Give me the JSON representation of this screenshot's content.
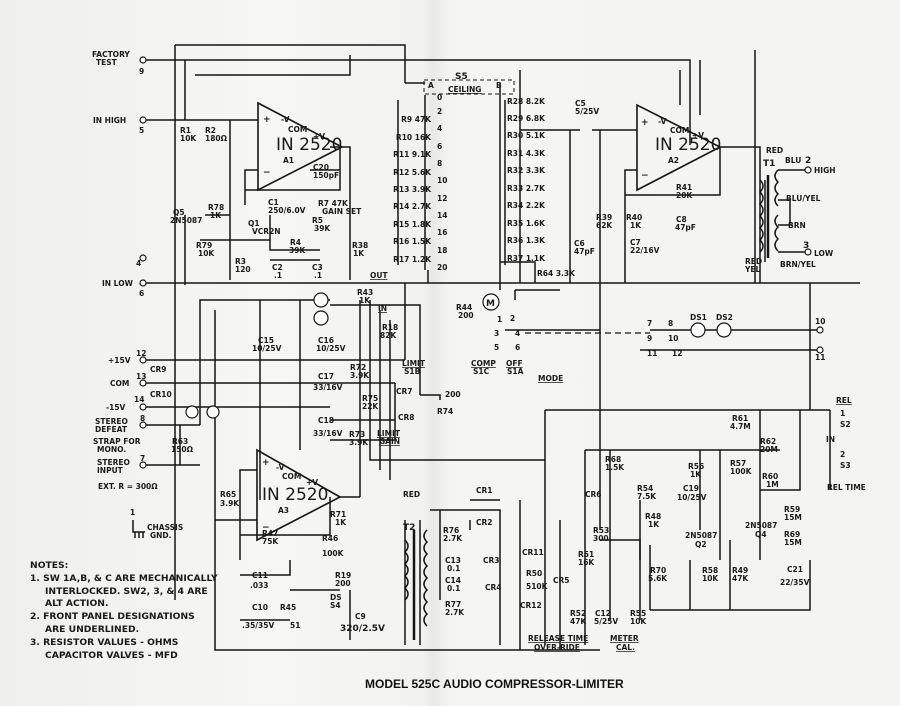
{
  "title": "MODEL 525C AUDIO COMPRESSOR-LIMITER",
  "terminals": {
    "factory_test": "FACTORY",
    "factory_test2": "TEST",
    "factory_num": "9",
    "in_high": "IN HIGH",
    "in_high_num": "5",
    "in_low": "IN LOW",
    "in_low_num": "6",
    "pin4": "4",
    "p15": "+15V",
    "p15_num": "12",
    "com": "COM",
    "com_num": "13",
    "m15": "-15V",
    "m15_num": "14",
    "stereo_defeat": "STEREO",
    "stereo_defeat2": "DEFEAT",
    "sd_num": "8",
    "strap": "STRAP FOR",
    "strap2": "MONO.",
    "stereo_input": "STEREO",
    "stereo_input2": "INPUT",
    "si_num": "7",
    "ext_r": "EXT. R = 300Ω",
    "chassis_num": "1",
    "chassis": "CHASSIS",
    "chassis2": "GND.",
    "out_high_num": "2",
    "out_high": "HIGH",
    "out_low_num": "3",
    "out_low": "LOW",
    "t10": "10",
    "t11": "11"
  },
  "opamps": [
    {
      "type": "IN 2520",
      "ref": "A1"
    },
    {
      "type": "IN 2520",
      "ref": "A2"
    },
    {
      "type": "IN 2520",
      "ref": "A3"
    }
  ],
  "opamp_pins": {
    "plus": "+",
    "minus": "−",
    "mv": "-V",
    "com": "COM",
    "pv": "+V"
  },
  "components": {
    "R1": "R1",
    "R1v": "10K",
    "R2": "R2",
    "R2v": "180Ω",
    "C20": "C20",
    "C20v": "150pF",
    "R7": "R7 47K",
    "R7v": "GAIN SET",
    "C1": "C1",
    "C1v": "250/6.0V",
    "Q5": "Q5",
    "Q5v": "2N5087",
    "R78": "R78",
    "R78v": "1K",
    "Q1": "Q1",
    "Q1v": "VCR2N",
    "R5": "R5",
    "R5v": "39K",
    "R4": "R4",
    "R4v": "39K",
    "R79": "R79",
    "R79v": "10K",
    "R3": "R3",
    "R3v": "120",
    "C2": "C2",
    "C2v": ".1",
    "C3": "C3",
    "C3v": ".1",
    "R38": "R38",
    "R38v": "1K",
    "OUT": "OUT",
    "R43": "R43",
    "R43v": "1K",
    "IN": "IN",
    "R18": "R18",
    "R18v": "82K",
    "R44": "R44",
    "R44v": "200",
    "M": "M",
    "S5": "S5",
    "ceiling": "CEILING",
    "A": "A",
    "B": "B",
    "C5": "C5",
    "C5v": "5/25V",
    "R41": "R41",
    "R41v": "20K",
    "C8": "C8",
    "C8v": "47pF",
    "R39": "R39",
    "R39v": "62K",
    "C6": "C6",
    "C6v": "47pF",
    "R40": "R40",
    "R40v": "1K",
    "C7": "C7",
    "C7v": "22/16V",
    "T1": "T1",
    "red": "RED",
    "blu": "BLU",
    "bluyel": "BLU/YEL",
    "brn": "BRN",
    "brnyel": "BRN/YEL",
    "redyel1": "RED",
    "redyel2": "YEL",
    "DS1": "DS1",
    "DS2": "DS2",
    "limit": "LIMIT",
    "s1b": "S1B",
    "comp": "COMP",
    "s1c": "S1C",
    "off": "OFF",
    "s1a": "S1A",
    "mode": "MODE",
    "R74": "R74",
    "R74v": "200",
    "CR9": "CR9",
    "CR10": "CR10",
    "R63": "R63",
    "R63v": "150Ω",
    "C15": "C15",
    "C15v": "10/25V",
    "C16": "C16",
    "C16v": "10/25V",
    "C17": "C17",
    "C17v": "33/16V",
    "C18": "C18",
    "C18v": "33/16V",
    "R72": "R72",
    "R72v": "3.9K",
    "R75": "R75",
    "R75v": "22K",
    "R73": "R73",
    "R73v": "3.9K",
    "limitgain": "LIMIT",
    "limitgain2": "GAIN",
    "CR7": "CR7",
    "CR8": "CR8",
    "R65": "R65",
    "R65v": "3.9K",
    "red2": "RED",
    "T2": "T2",
    "R71": "R71",
    "R71v": "1K",
    "R47": "R47",
    "R47v": "75K",
    "R46": "R46",
    "R46v": "100K",
    "C11": "C11",
    "C11v": ".033",
    "R19": "R19",
    "R19v": "200",
    "DS": "DS",
    "S4": "S4",
    "C10": "C10",
    "C10v": ".35/35V",
    "R45": "R45",
    "R45v": "51",
    "C9": "C9",
    "C9v": "320/2.5V",
    "CR1": "CR1",
    "CR2": "CR2",
    "R76": "R76",
    "R76v": "2.7K",
    "C13": "C13",
    "C13v": "0.1",
    "C14": "C14",
    "C14v": "0.1",
    "R77": "R77",
    "R77v": "2.7K",
    "CR3": "CR3",
    "CR4": "CR4",
    "CR11": "CR11",
    "CR12": "CR12",
    "R50": "R50",
    "R50v": "510K",
    "CR5": "CR5",
    "R53": "R53",
    "R53v": "300",
    "R51": "R51",
    "R51v": "16K",
    "R52": "R52",
    "R52v": "47K",
    "C12": "C12",
    "C12v": "5/25V",
    "R55": "R55",
    "R55v": "10K",
    "rel_time_or": "RELEASE TIME",
    "rel_time_or2": "OVER-RIDE",
    "meter": "METER",
    "meter2": "CAL.",
    "R68": "R68",
    "R68v": "1.5K",
    "CR6": "CR6",
    "R54": "R54",
    "R54v": "7.5K",
    "R48": "R48",
    "R48v": "1K",
    "C19": "C19",
    "C19v": "10/25V",
    "R56": "R56",
    "R56v": "1K",
    "R57": "R57",
    "R57v": "100K",
    "R61": "R61",
    "R61v": "4.7M",
    "R62": "R62",
    "R62v": "20M",
    "R60": "R60",
    "R60v": "1M",
    "REL": "REL",
    "s2n": "1",
    "S2": "S2",
    "INsw": "IN",
    "s3n": "2",
    "S3": "S3",
    "reltime": "REL TIME",
    "Q2": "Q2",
    "Q2v": "2N5087",
    "Q4": "Q4",
    "Q4v": "2N5087",
    "R59": "R59",
    "R59v": "15M",
    "R69": "R69",
    "R69v": "15M",
    "R70": "R70",
    "R70v": "5.6K",
    "R58": "R58",
    "R58v": "10K",
    "R49": "R49",
    "R49v": "47K",
    "C21": "C21",
    "C21v": "22/35V"
  },
  "ceiling_steps": [
    "0",
    "2",
    "4",
    "6",
    "8",
    "10",
    "12",
    "14",
    "16",
    "18",
    "20"
  ],
  "ceiling_left": [
    "R9 47K",
    "R10 16K",
    "R11 9.1K",
    "R12 5.6K",
    "R13 3.9K",
    "R14 2.7K",
    "R15 1.8K",
    "R16 1.5K",
    "R17 1.2K"
  ],
  "ceiling_right": [
    "R28 8.2K",
    "R29 6.8K",
    "R30 5.1K",
    "R31 4.3K",
    "R32 3.3K",
    "R33 2.7K",
    "R34 2.2K",
    "R35 1.6K",
    "R36 1.3K",
    "R37 1.1K"
  ],
  "R64": "R64 3.3K",
  "switch_contacts": [
    "1",
    "2",
    "3",
    "4",
    "5",
    "6",
    "7",
    "8",
    "9",
    "10",
    "11",
    "12"
  ],
  "notes": {
    "heading": "NOTES:",
    "lines": [
      "1. SW 1A,B, & C ARE MECHANICALLY",
      "INTERLOCKED. SW2, 3, & 4 ARE",
      "ALT ACTION.",
      "2. FRONT PANEL DESIGNATIONS",
      "ARE UNDERLINED.",
      "3. RESISTOR VALUES - OHMS",
      "CAPACITOR VALVES - MFD"
    ]
  }
}
